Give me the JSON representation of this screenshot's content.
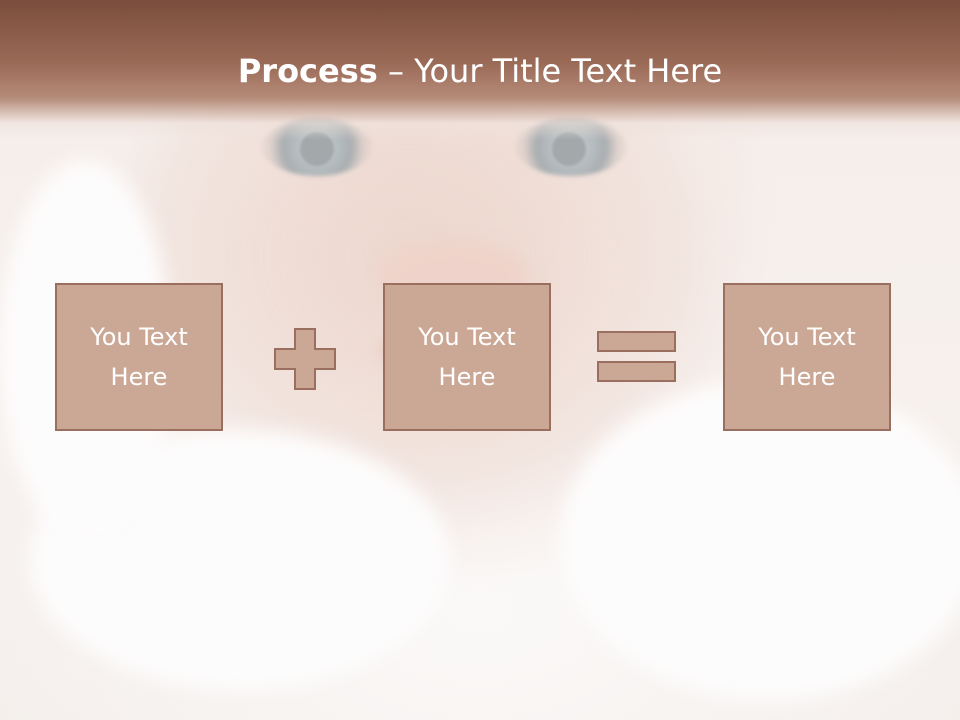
{
  "slide": {
    "title_bold": "Process",
    "title_rest": " – Your Title Text Here"
  },
  "process": {
    "boxes": [
      {
        "line1": "You Text",
        "line2": "Here"
      },
      {
        "line1": "You Text",
        "line2": "Here"
      },
      {
        "line1": "You Text",
        "line2": "Here"
      }
    ],
    "operators": [
      "plus-icon",
      "equals-icon"
    ]
  },
  "colors": {
    "header": "#7a4d3c",
    "box_fill": "#cba796",
    "box_border": "#9b6f5f",
    "text": "#ffffff"
  }
}
